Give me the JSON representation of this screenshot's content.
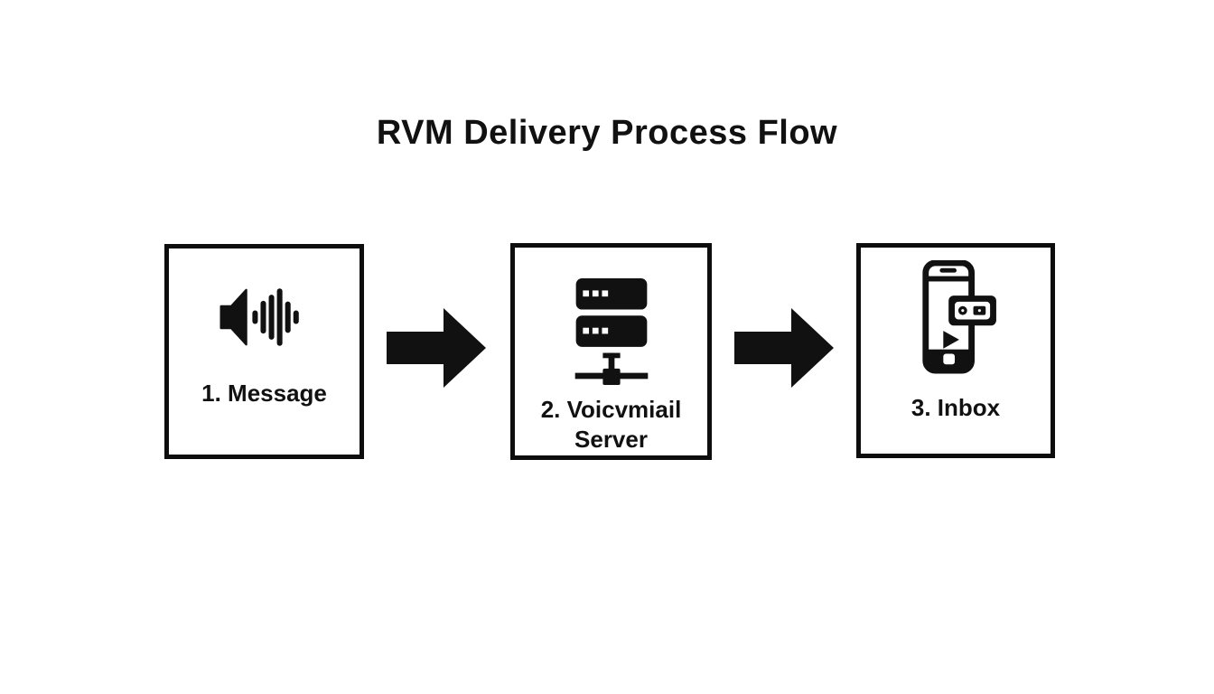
{
  "page": {
    "title": "RVM Delivery Process Flow",
    "background_color": "#ffffff",
    "ink_color": "#111111"
  },
  "steps": [
    {
      "id": "message",
      "label": "1. Message",
      "icon": "speaker-waveform-icon"
    },
    {
      "id": "voicemail-server",
      "label": "2. Voicvmiail Server",
      "icon": "server-network-icon"
    },
    {
      "id": "inbox",
      "label": "3. Inbox",
      "icon": "smartphone-voicemail-icon"
    }
  ],
  "connectors": [
    {
      "id": "arrow-1",
      "type": "right-arrow"
    },
    {
      "id": "arrow-2",
      "type": "right-arrow"
    }
  ]
}
